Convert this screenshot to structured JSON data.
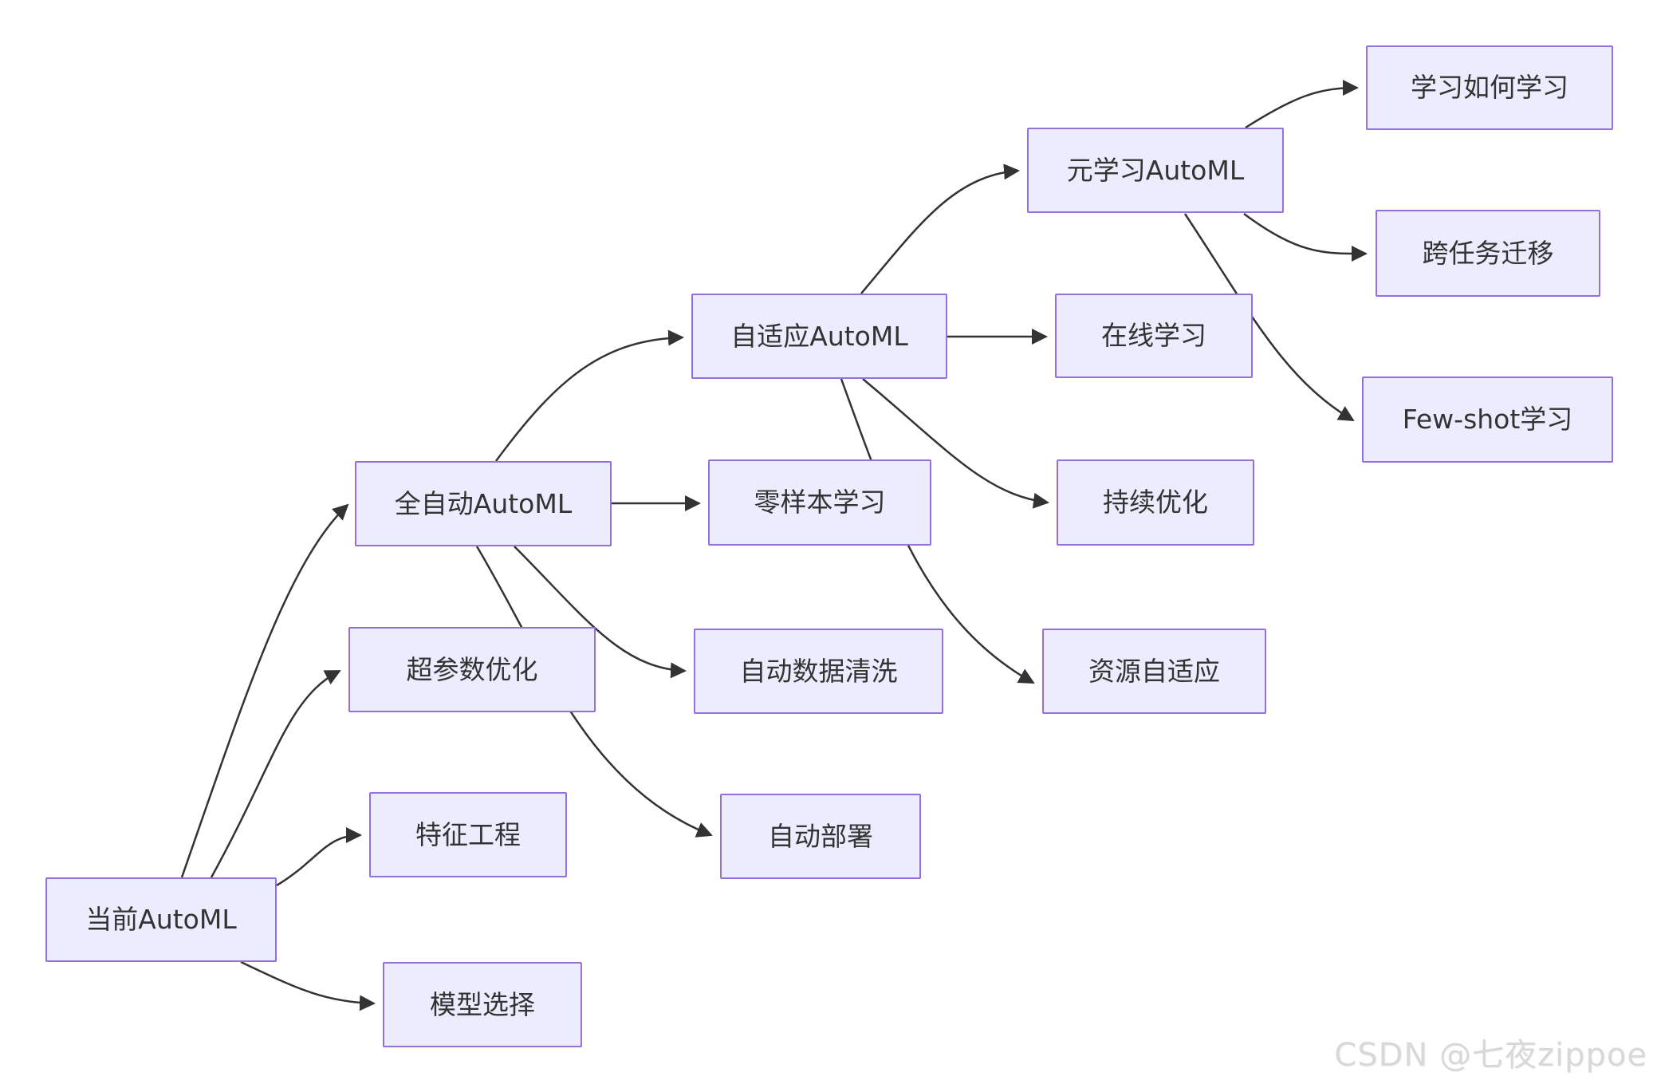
{
  "diagram": {
    "background": "#ffffff",
    "node_fill": "#ECECFF",
    "node_border": "#9370DB",
    "node_text_color": "#333333",
    "edge_color": "#333333",
    "type": "flowchart",
    "nodes": [
      {
        "id": "current",
        "label": "当前AutoML"
      },
      {
        "id": "full_auto",
        "label": "全自动AutoML"
      },
      {
        "id": "hpo",
        "label": "超参数优化"
      },
      {
        "id": "feature",
        "label": "特征工程"
      },
      {
        "id": "model_select",
        "label": "模型选择"
      },
      {
        "id": "adaptive",
        "label": "自适应AutoML"
      },
      {
        "id": "zero_shot",
        "label": "零样本学习"
      },
      {
        "id": "data_clean",
        "label": "自动数据清洗"
      },
      {
        "id": "deploy",
        "label": "自动部署"
      },
      {
        "id": "meta",
        "label": "元学习AutoML"
      },
      {
        "id": "online",
        "label": "在线学习"
      },
      {
        "id": "continuous",
        "label": "持续优化"
      },
      {
        "id": "resource",
        "label": "资源自适应"
      },
      {
        "id": "learn_to_learn",
        "label": "学习如何学习"
      },
      {
        "id": "cross_task",
        "label": "跨任务迁移"
      },
      {
        "id": "few_shot",
        "label": "Few-shot学习"
      }
    ],
    "edges": [
      [
        "current",
        "full_auto"
      ],
      [
        "current",
        "hpo"
      ],
      [
        "current",
        "feature"
      ],
      [
        "current",
        "model_select"
      ],
      [
        "full_auto",
        "adaptive"
      ],
      [
        "full_auto",
        "zero_shot"
      ],
      [
        "full_auto",
        "data_clean"
      ],
      [
        "full_auto",
        "deploy"
      ],
      [
        "adaptive",
        "meta"
      ],
      [
        "adaptive",
        "online"
      ],
      [
        "adaptive",
        "continuous"
      ],
      [
        "adaptive",
        "resource"
      ],
      [
        "meta",
        "learn_to_learn"
      ],
      [
        "meta",
        "cross_task"
      ],
      [
        "meta",
        "few_shot"
      ]
    ]
  },
  "watermark": "CSDN @七夜zippoe"
}
